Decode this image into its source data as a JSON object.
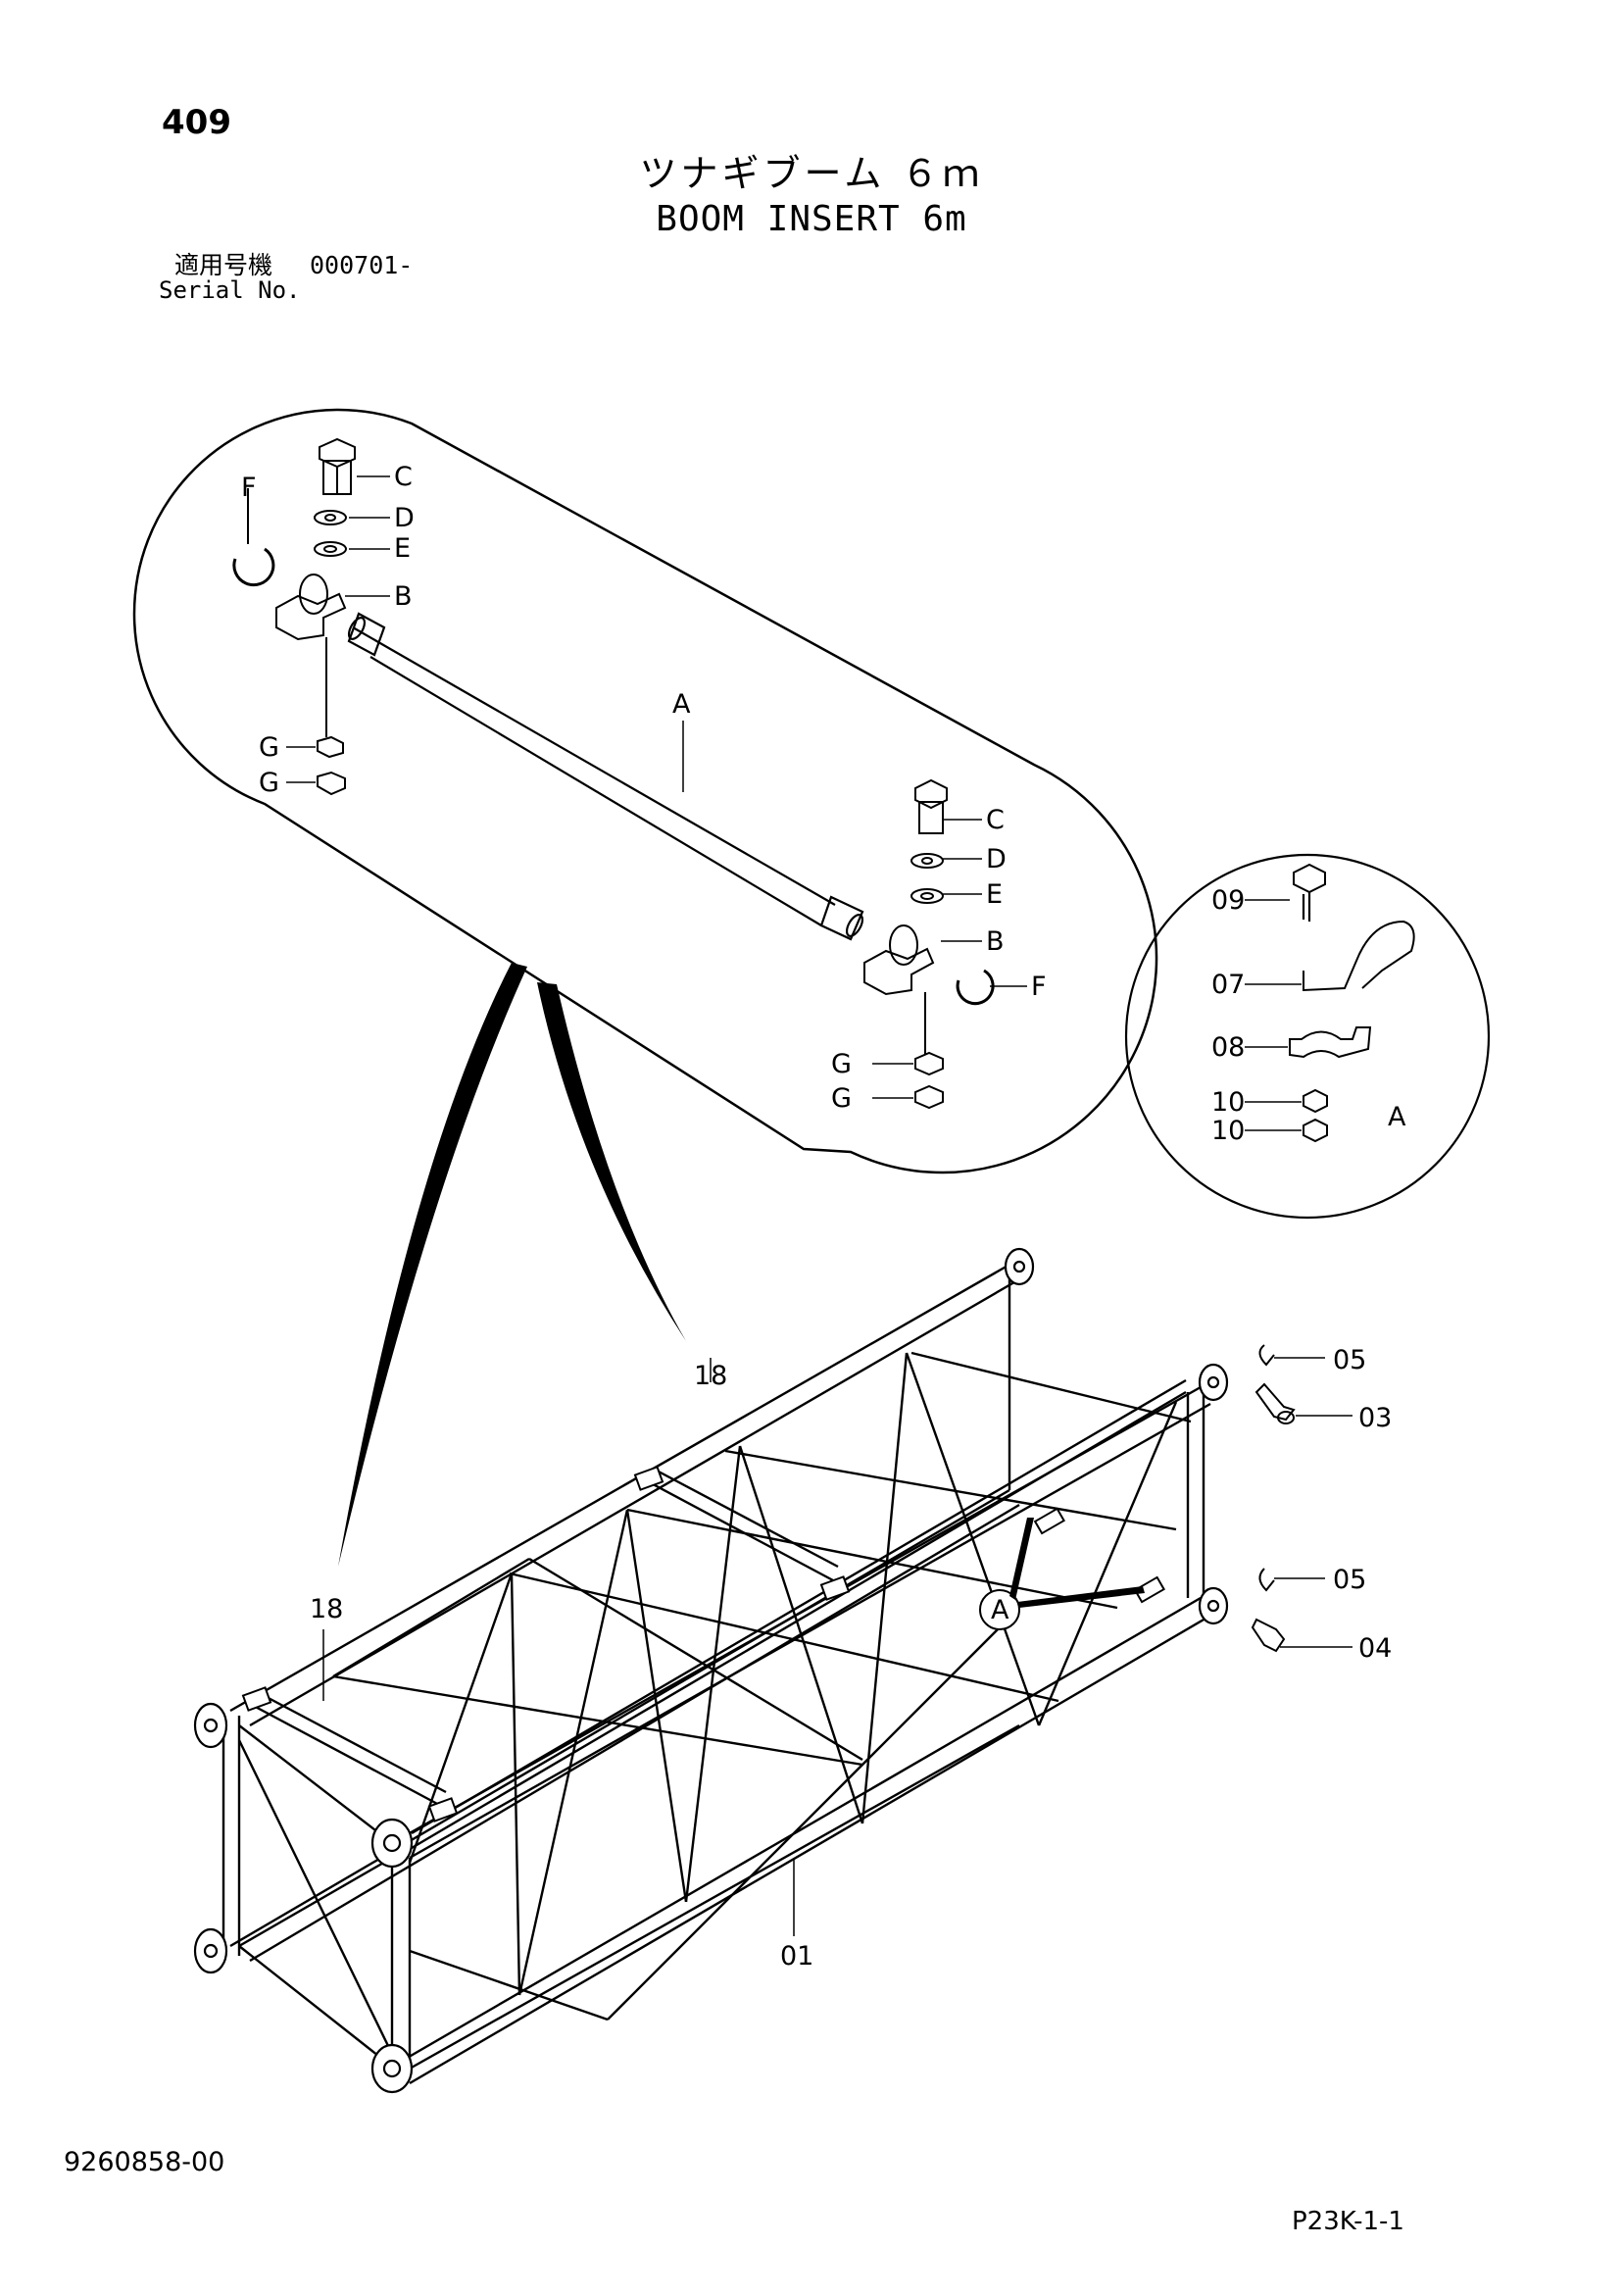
{
  "header": {
    "page_number": "409",
    "title_jp": "ツナギブーム ６ｍ",
    "title_en": "BOOM INSERT 6m",
    "serial_label_jp": "適用号機",
    "serial_label_en": "Serial No.",
    "serial_value": "000701-"
  },
  "detail_upper": {
    "labels": {
      "A": "A",
      "B": "B",
      "C": "C",
      "D": "D",
      "E": "E",
      "F": "F",
      "G": "G"
    }
  },
  "detail_right": {
    "labels": {
      "p09": "09",
      "p07": "07",
      "p08": "08",
      "p10a": "10",
      "p10b": "10",
      "A": "A"
    }
  },
  "main_assembly": {
    "labels": {
      "p18a": "18",
      "p18b": "18",
      "p05a": "05",
      "p03": "03",
      "p05b": "05",
      "p04": "04",
      "p01": "01",
      "callout_A": "A"
    }
  },
  "footer": {
    "doc_number": "9260858-00",
    "page_code": "P23K-1-1"
  }
}
